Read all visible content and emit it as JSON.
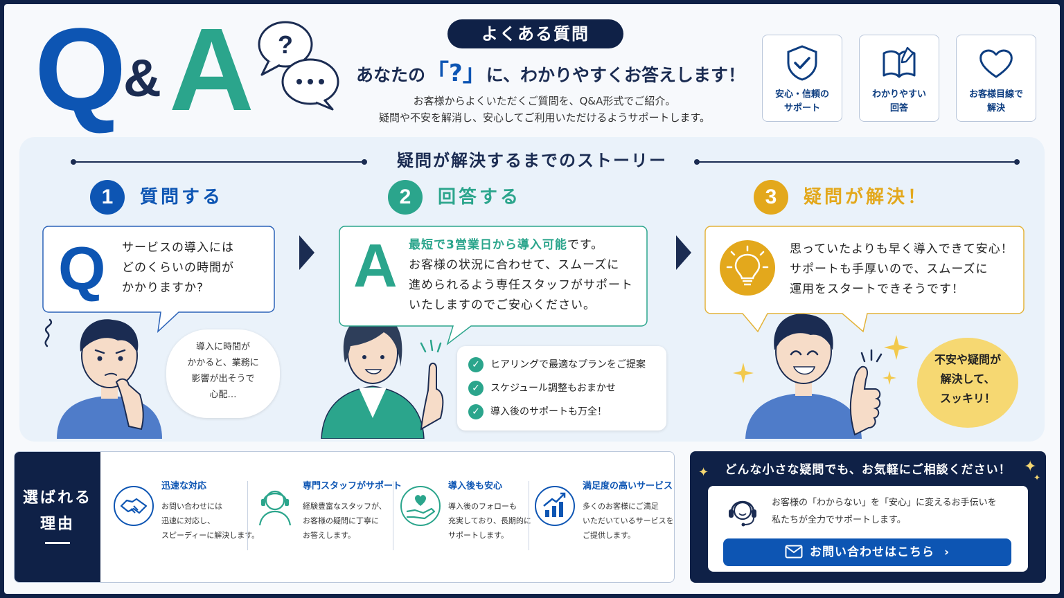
{
  "header": {
    "logo_q": "Q",
    "logo_amp": "&",
    "logo_a": "A",
    "bubble_q": "?",
    "tag": "よくある質問",
    "headline_pre": "あなたの",
    "headline_open": "「",
    "headline_mark": "?",
    "headline_close": "」",
    "headline_post": "に、わかりやすくお答えします！",
    "intro_line1": "お客様からよくいただくご質問を、Q&A形式でご紹介。",
    "intro_line2": "疑問や不安を解消し、安心してご利用いただけるようサポートします。"
  },
  "badges": [
    {
      "icon": "shield-check-icon",
      "line1": "安心・信頼の",
      "line2": "サポート"
    },
    {
      "icon": "open-book-icon",
      "line1": "わかりやすい",
      "line2": "回答"
    },
    {
      "icon": "heart-icon",
      "line1": "お客様目線で",
      "line2": "解決"
    }
  ],
  "story": {
    "title": "疑問が解決するまでのストーリー",
    "steps": [
      {
        "num": "1",
        "title": "質問する",
        "color": "#0d55b3"
      },
      {
        "num": "2",
        "title": "回答する",
        "color": "#2ba58c"
      },
      {
        "num": "3",
        "title": "疑問が解決！",
        "color": "#e3a81c"
      }
    ],
    "question": {
      "letter": "Q",
      "line1": "サービスの導入には",
      "line2": "どのくらいの時間が",
      "line3": "かかりますか?"
    },
    "worry": {
      "line1": "導入に時間が",
      "line2": "かかると、業務に",
      "line3": "影響が出そうで",
      "line4": "心配…"
    },
    "answer": {
      "letter": "A",
      "highlight": "最短で3営業日から導入可能",
      "line1_rest": "です。",
      "line2": "お客様の状況に合わせて、スムーズに",
      "line3": "進められるよう専任スタッフがサポート",
      "line4": "いたしますのでご安心ください。"
    },
    "checks": [
      "ヒアリングで最適なプランをご提案",
      "スケジュール調整もおまかせ",
      "導入後のサポートも万全！"
    ],
    "result": {
      "line1": "思っていたよりも早く導入できて安心！",
      "line2": "サポートも手厚いので、スムーズに",
      "line3": "運用をスタートできそうです！"
    },
    "relief": {
      "line1": "不安や疑問が",
      "line2": "解決して、",
      "line3": "スッキリ！"
    }
  },
  "reasons": {
    "label1": "選ばれる",
    "label2": "理由",
    "items": [
      {
        "icon": "handshake-icon",
        "title": "迅速な対応",
        "d1": "お問い合わせには",
        "d2": "迅速に対応し、",
        "d3": "スピーディーに解決します。"
      },
      {
        "icon": "support-staff-icon",
        "title": "専門スタッフがサポート",
        "d1": "経験豊富なスタッフが、",
        "d2": "お客様の疑問に丁寧に",
        "d3": "お答えします。"
      },
      {
        "icon": "heart-hand-icon",
        "title": "導入後も安心",
        "d1": "導入後のフォローも",
        "d2": "充実しており、長期的に",
        "d3": "サポートします。"
      },
      {
        "icon": "growth-chart-icon",
        "title": "満足度の高いサービス",
        "d1": "多くのお客様にご満足",
        "d2": "いただいているサービスを",
        "d3": "ご提供します。"
      }
    ]
  },
  "consult": {
    "title": "どんな小さな疑問でも、お気軽にご相談ください！",
    "text1": "お客様の「わからない」を「安心」に変えるお手伝いを",
    "text2": "私たちが全力でサポートします。",
    "button": "お問い合わせはこちら",
    "button_chevron": "›"
  },
  "colors": {
    "navy": "#0f2147",
    "blue": "#0d55b3",
    "green": "#2ba58c",
    "yellow": "#e3a81c"
  }
}
